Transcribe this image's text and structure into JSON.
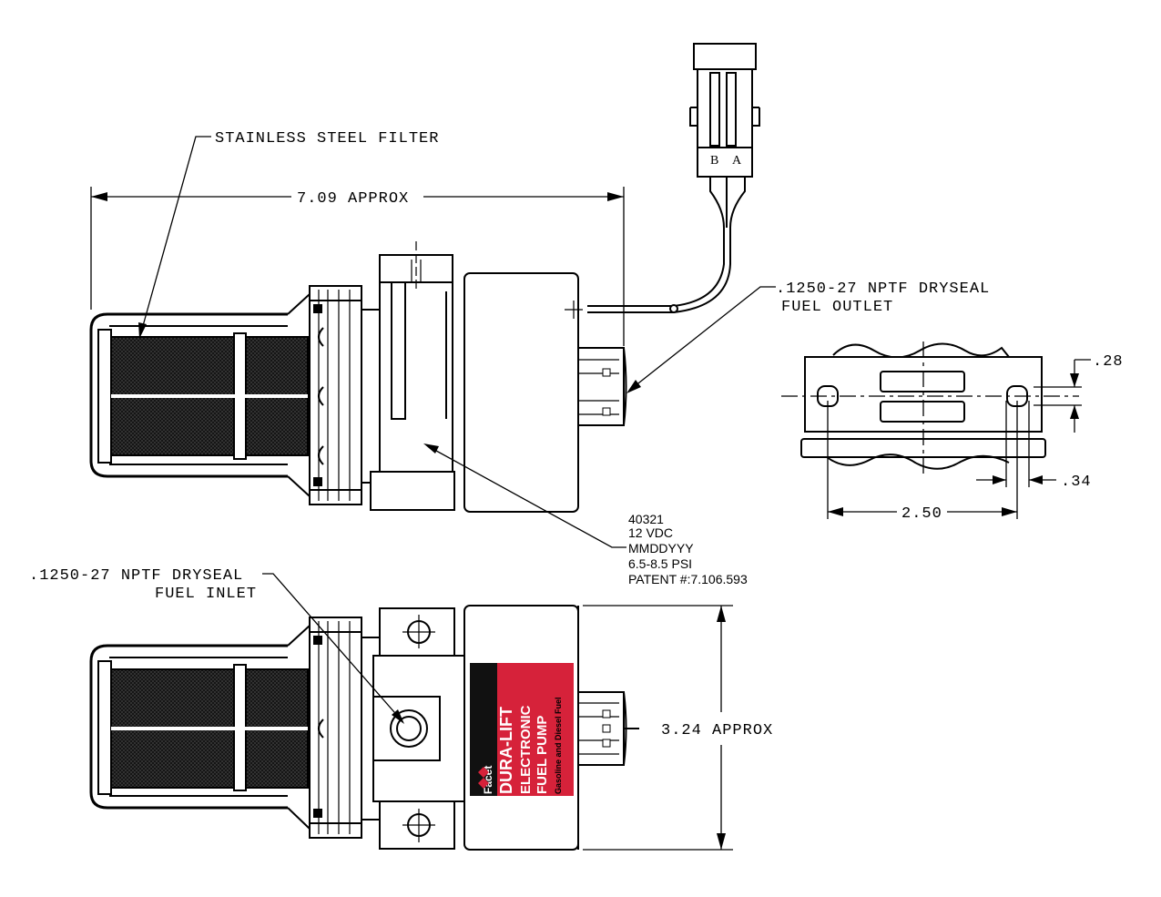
{
  "labels": {
    "filter": "STAINLESS STEEL FILTER",
    "length": "7.09 APPROX",
    "outlet_line1": ".1250-27 NPTF DRYSEAL",
    "outlet_line2": "FUEL OUTLET",
    "inlet_line1": ".1250-27 NPTF DRYSEAL",
    "inlet_line2": "FUEL INLET",
    "height": "3.24 APPROX",
    "bracket_width": "2.50",
    "slot_offset": ".28",
    "slot_width": ".34",
    "pin_b": "B",
    "pin_a": "A"
  },
  "spec_lines": [
    "40321",
    "12 VDC",
    "MMDDYYY",
    "6.5-8.5 PSI",
    "PATENT #:7.106.593"
  ],
  "product_label": {
    "brand": "Facet",
    "line1": "DURA-LIFT",
    "line2": "ELECTRONIC",
    "line3": "FUEL PUMP",
    "line4": "Gasoline and Diesel Fuel",
    "colors": {
      "red": "#d6223a",
      "black": "#111111"
    }
  }
}
